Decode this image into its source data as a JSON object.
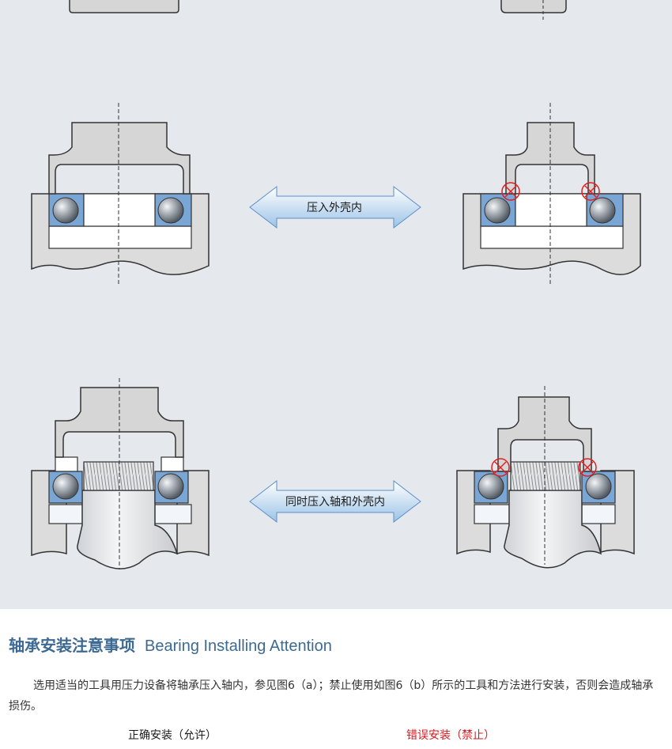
{
  "figure": {
    "arrow_top_label": "压入外壳内",
    "arrow_bottom_label": "同时压入轴和外壳内",
    "colors": {
      "background": "#e5e8ed",
      "housing": "#e8e8e8",
      "bearing_ring": "#7aa6d6",
      "ball": "#8a9098",
      "prohibited_mark": "#e02020",
      "arrow": "#b8d4ee"
    }
  },
  "section": {
    "title_zh": "轴承安装注意事项",
    "title_en": "Bearing Installing Attention"
  },
  "paragraph": "选用适当的工具用压力设备将轴承压入轴内，参见图6（a）；禁止使用如图6（b）所示的工具和方法进行安装，否则会造成轴承损伤。",
  "captions": {
    "correct": "正确安装（允许）",
    "wrong": "错误安装（禁止）"
  }
}
